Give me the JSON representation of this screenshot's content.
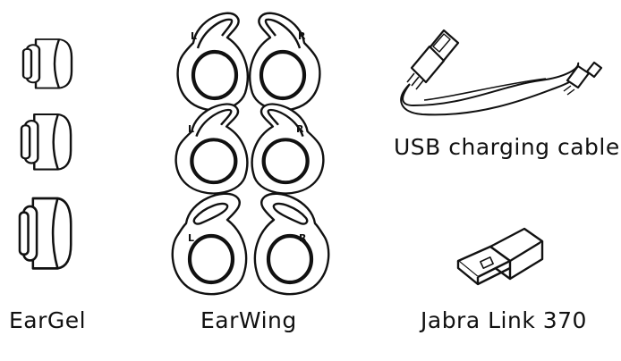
{
  "labels": {
    "eargel": "EarGel",
    "earwing": "EarWing",
    "usb_cable": "USB charging cable",
    "link": "Jabra Link 370"
  },
  "earwing_sides": {
    "left": "L",
    "right": "R"
  },
  "colors": {
    "line": "#111111",
    "background": "#ffffff"
  }
}
